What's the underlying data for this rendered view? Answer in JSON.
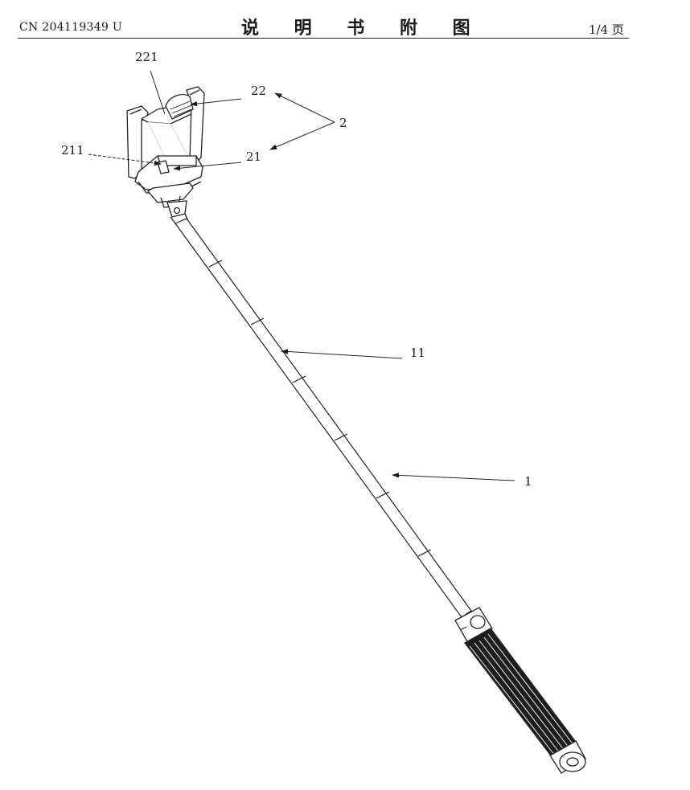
{
  "header": {
    "publication_number": "CN 204119349 U",
    "title": "说 明 书 附 图",
    "page": "1/4 页"
  },
  "figure": {
    "labels": {
      "l221": "221",
      "l22": "22",
      "l2": "2",
      "l211": "211",
      "l21": "21",
      "l11": "11",
      "l1": "1"
    }
  }
}
